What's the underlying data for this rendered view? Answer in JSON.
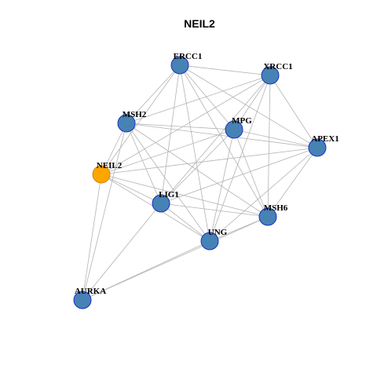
{
  "title": "NEIL2",
  "colors": {
    "node_fill": "#4682b4",
    "node_stroke": "#1c2fc7",
    "query_fill": "#ffa500",
    "query_stroke": "#c78a1c",
    "edge": "#b3b3b3"
  },
  "nodes": [
    {
      "id": "ERCC1",
      "label": "ERCC1",
      "query": false
    },
    {
      "id": "XRCC1",
      "label": "XRCC1",
      "query": false
    },
    {
      "id": "MSH2",
      "label": "MSH2",
      "query": false
    },
    {
      "id": "MPG",
      "label": "MPG",
      "query": false
    },
    {
      "id": "APEX1",
      "label": "APEX1",
      "query": false
    },
    {
      "id": "NEIL2",
      "label": "NEIL2",
      "query": true
    },
    {
      "id": "LIG1",
      "label": "LIG1",
      "query": false
    },
    {
      "id": "MSH6",
      "label": "MSH6",
      "query": false
    },
    {
      "id": "UNG",
      "label": "UNG",
      "query": false
    },
    {
      "id": "AURKA",
      "label": "AURKA",
      "query": false
    }
  ],
  "edges": [
    [
      "ERCC1",
      "XRCC1"
    ],
    [
      "ERCC1",
      "MSH2"
    ],
    [
      "ERCC1",
      "MPG"
    ],
    [
      "ERCC1",
      "APEX1"
    ],
    [
      "ERCC1",
      "NEIL2"
    ],
    [
      "ERCC1",
      "LIG1"
    ],
    [
      "ERCC1",
      "MSH6"
    ],
    [
      "ERCC1",
      "UNG"
    ],
    [
      "XRCC1",
      "MSH2"
    ],
    [
      "XRCC1",
      "MPG"
    ],
    [
      "XRCC1",
      "APEX1"
    ],
    [
      "XRCC1",
      "NEIL2"
    ],
    [
      "XRCC1",
      "LIG1"
    ],
    [
      "XRCC1",
      "MSH6"
    ],
    [
      "XRCC1",
      "UNG"
    ],
    [
      "MSH2",
      "MPG"
    ],
    [
      "MSH2",
      "APEX1"
    ],
    [
      "MSH2",
      "NEIL2"
    ],
    [
      "MSH2",
      "LIG1"
    ],
    [
      "MSH2",
      "MSH6"
    ],
    [
      "MSH2",
      "UNG"
    ],
    [
      "MSH2",
      "AURKA"
    ],
    [
      "MPG",
      "APEX1"
    ],
    [
      "MPG",
      "NEIL2"
    ],
    [
      "MPG",
      "LIG1"
    ],
    [
      "MPG",
      "MSH6"
    ],
    [
      "MPG",
      "UNG"
    ],
    [
      "APEX1",
      "NEIL2"
    ],
    [
      "APEX1",
      "LIG1"
    ],
    [
      "APEX1",
      "MSH6"
    ],
    [
      "APEX1",
      "UNG"
    ],
    [
      "NEIL2",
      "LIG1"
    ],
    [
      "NEIL2",
      "MSH6"
    ],
    [
      "NEIL2",
      "UNG"
    ],
    [
      "NEIL2",
      "AURKA"
    ],
    [
      "LIG1",
      "MSH6"
    ],
    [
      "LIG1",
      "UNG"
    ],
    [
      "LIG1",
      "AURKA"
    ],
    [
      "MSH6",
      "UNG"
    ],
    [
      "MSH6",
      "AURKA"
    ],
    [
      "UNG",
      "AURKA"
    ]
  ]
}
